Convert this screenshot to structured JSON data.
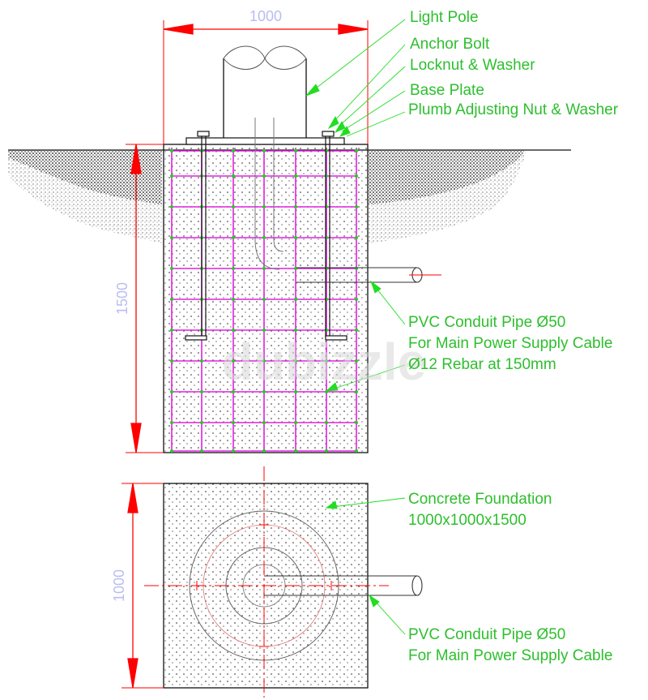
{
  "dimensions": {
    "top_width": "1000",
    "depth": "1500",
    "plan_side": "1000"
  },
  "labels": {
    "light_pole": "Light Pole",
    "anchor_bolt": "Anchor Bolt",
    "locknut": "Locknut & Washer",
    "base_plate": "Base Plate",
    "plumb_nut": "Plumb Adjusting Nut & Washer",
    "pvc_1": "PVC Conduit Pipe Ø50",
    "pvc_1b": "For Main Power Supply Cable",
    "rebar": "Ø12 Rebar at 150mm",
    "concrete": "Concrete Foundation",
    "concrete_size": "1000x1000x1500",
    "pvc_2": "PVC Conduit Pipe Ø50",
    "pvc_2b": "For Main Power Supply Cable"
  },
  "watermark": "dubizzle",
  "colors": {
    "label_green": "#2dbf2d",
    "leader_green": "#22dd22",
    "rebar_magenta": "#e020e0",
    "dim_red": "#ff0000",
    "dim_text": "#b9bdf0"
  }
}
